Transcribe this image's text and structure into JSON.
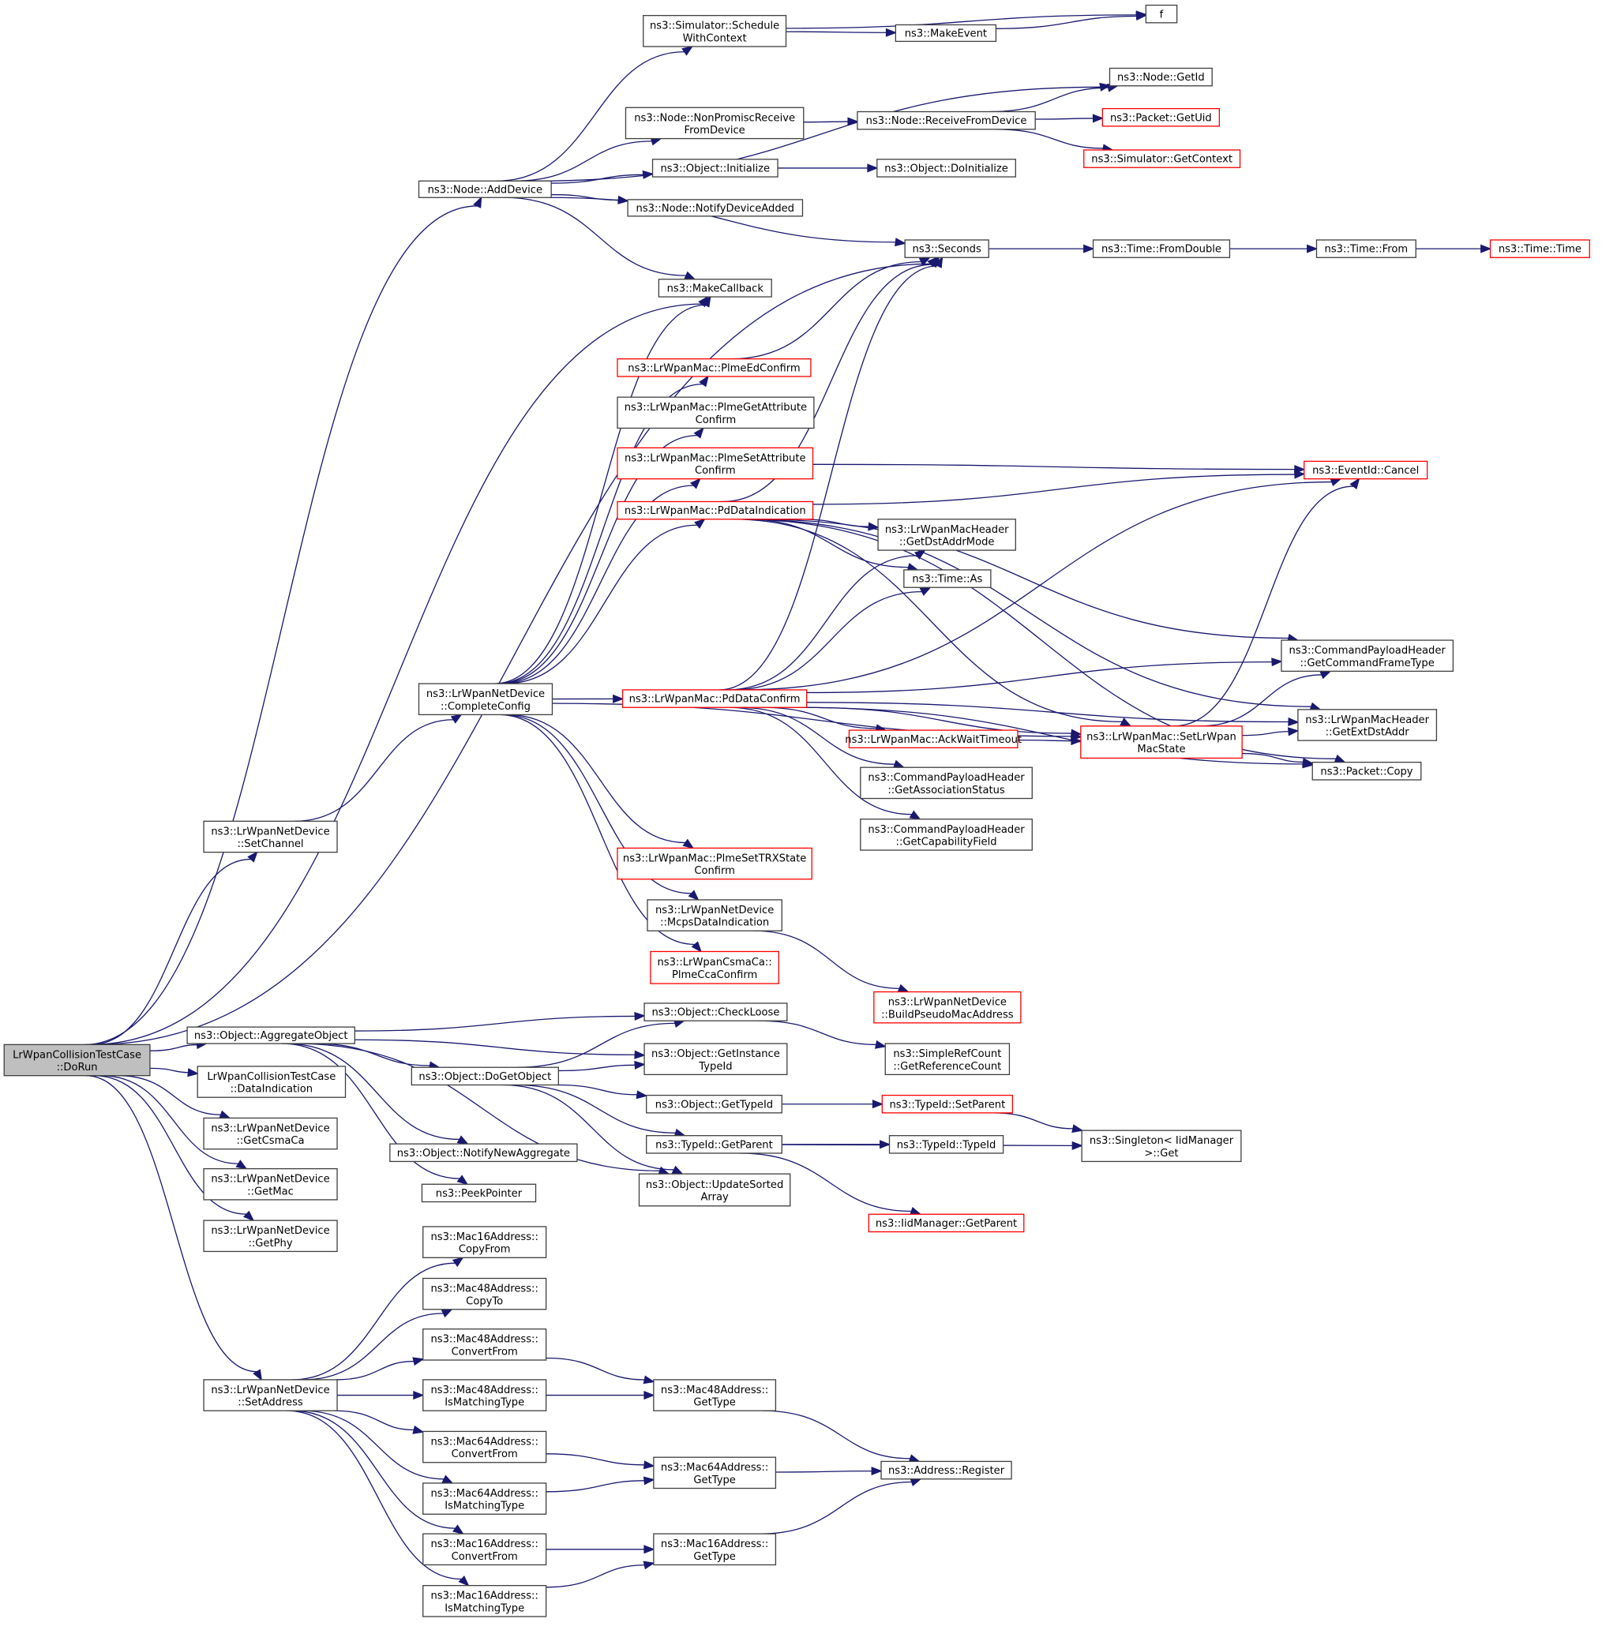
{
  "title": "Call graph of LrWpanCollisionTestCase::DoRun",
  "colors": {
    "edge": "#191970",
    "node_border": "#404040",
    "undocumented_border": "#ff0000",
    "root_fill": "#bfbfbf"
  },
  "nodes": {
    "dorun": {
      "lines": [
        "LrWpanCollisionTestCase",
        "::DoRun"
      ],
      "style": "root"
    },
    "addDevice": {
      "lines": [
        "ns3::Node::AddDevice"
      ],
      "style": "normal"
    },
    "scheduleWithContext": {
      "lines": [
        "ns3::Simulator::Schedule",
        "WithContext"
      ],
      "style": "normal"
    },
    "makeEvent": {
      "lines": [
        "ns3::MakeEvent"
      ],
      "style": "normal"
    },
    "f": {
      "lines": [
        "f"
      ],
      "style": "normal"
    },
    "nodeGetId": {
      "lines": [
        "ns3::Node::GetId"
      ],
      "style": "normal"
    },
    "nonPromisc": {
      "lines": [
        "ns3::Node::NonPromiscReceive",
        "FromDevice"
      ],
      "style": "normal"
    },
    "receiveFromDevice": {
      "lines": [
        "ns3::Node::ReceiveFromDevice"
      ],
      "style": "normal"
    },
    "packetGetUid": {
      "lines": [
        "ns3::Packet::GetUid"
      ],
      "style": "red"
    },
    "simGetContext": {
      "lines": [
        "ns3::Simulator::GetContext"
      ],
      "style": "red"
    },
    "objInitialize": {
      "lines": [
        "ns3::Object::Initialize"
      ],
      "style": "normal"
    },
    "objDoInitialize": {
      "lines": [
        "ns3::Object::DoInitialize"
      ],
      "style": "normal"
    },
    "notifyDeviceAdded": {
      "lines": [
        "ns3::Node::NotifyDeviceAdded"
      ],
      "style": "normal"
    },
    "seconds": {
      "lines": [
        "ns3::Seconds"
      ],
      "style": "normal"
    },
    "timeFromDouble": {
      "lines": [
        "ns3::Time::FromDouble"
      ],
      "style": "normal"
    },
    "timeFrom": {
      "lines": [
        "ns3::Time::From"
      ],
      "style": "normal"
    },
    "timeTime": {
      "lines": [
        "ns3::Time::Time"
      ],
      "style": "red"
    },
    "makeCallback": {
      "lines": [
        "ns3::MakeCallback"
      ],
      "style": "normal"
    },
    "plmeEdConfirm": {
      "lines": [
        "ns3::LrWpanMac::PlmeEdConfirm"
      ],
      "style": "red"
    },
    "plmeGetAttr": {
      "lines": [
        "ns3::LrWpanMac::PlmeGetAttribute",
        "Confirm"
      ],
      "style": "normal"
    },
    "plmeSetAttr": {
      "lines": [
        "ns3::LrWpanMac::PlmeSetAttribute",
        "Confirm"
      ],
      "style": "red"
    },
    "pdDataIndication": {
      "lines": [
        "ns3::LrWpanMac::PdDataIndication"
      ],
      "style": "red"
    },
    "eventCancel": {
      "lines": [
        "ns3::EventId::Cancel"
      ],
      "style": "red"
    },
    "getDstAddrMode": {
      "lines": [
        "ns3::LrWpanMacHeader",
        "::GetDstAddrMode"
      ],
      "style": "normal"
    },
    "timeAs": {
      "lines": [
        "ns3::Time::As"
      ],
      "style": "normal"
    },
    "getCmdFrameType": {
      "lines": [
        "ns3::CommandPayloadHeader",
        "::GetCommandFrameType"
      ],
      "style": "normal"
    },
    "completeConfig": {
      "lines": [
        "ns3::LrWpanNetDevice",
        "::CompleteConfig"
      ],
      "style": "normal"
    },
    "pdDataConfirm": {
      "lines": [
        "ns3::LrWpanMac::PdDataConfirm"
      ],
      "style": "red"
    },
    "getExtDstAddr": {
      "lines": [
        "ns3::LrWpanMacHeader",
        "::GetExtDstAddr"
      ],
      "style": "normal"
    },
    "ackWaitTimeout": {
      "lines": [
        "ns3::LrWpanMac::AckWaitTimeout"
      ],
      "style": "red"
    },
    "setLrWpanMacState": {
      "lines": [
        "ns3::LrWpanMac::SetLrWpan",
        "MacState"
      ],
      "style": "red"
    },
    "packetCopy": {
      "lines": [
        "ns3::Packet::Copy"
      ],
      "style": "normal"
    },
    "getAssocStatus": {
      "lines": [
        "ns3::CommandPayloadHeader",
        "::GetAssociationStatus"
      ],
      "style": "normal"
    },
    "getCapField": {
      "lines": [
        "ns3::CommandPayloadHeader",
        "::GetCapabilityField"
      ],
      "style": "normal"
    },
    "setChannel": {
      "lines": [
        "ns3::LrWpanNetDevice",
        "::SetChannel"
      ],
      "style": "normal"
    },
    "plmeSetTrx": {
      "lines": [
        "ns3::LrWpanMac::PlmeSetTRXState",
        "Confirm"
      ],
      "style": "red"
    },
    "mcpsDataInd": {
      "lines": [
        "ns3::LrWpanNetDevice",
        "::McpsDataIndication"
      ],
      "style": "normal"
    },
    "plmeCcaConfirm": {
      "lines": [
        "ns3::LrWpanCsmaCa::",
        "PlmeCcaConfirm"
      ],
      "style": "red"
    },
    "buildPseudoMac": {
      "lines": [
        "ns3::LrWpanNetDevice",
        "::BuildPseudoMacAddress"
      ],
      "style": "red"
    },
    "aggregateObject": {
      "lines": [
        "ns3::Object::AggregateObject"
      ],
      "style": "normal"
    },
    "checkLoose": {
      "lines": [
        "ns3::Object::CheckLoose"
      ],
      "style": "normal"
    },
    "getRefCount": {
      "lines": [
        "ns3::SimpleRefCount",
        "::GetReferenceCount"
      ],
      "style": "normal"
    },
    "dataIndication": {
      "lines": [
        "LrWpanCollisionTestCase",
        "::DataIndication"
      ],
      "style": "normal"
    },
    "doGetObject": {
      "lines": [
        "ns3::Object::DoGetObject"
      ],
      "style": "normal"
    },
    "getInstanceTypeId": {
      "lines": [
        "ns3::Object::GetInstance",
        "TypeId"
      ],
      "style": "normal"
    },
    "getTypeId": {
      "lines": [
        "ns3::Object::GetTypeId"
      ],
      "style": "normal"
    },
    "typeIdSetParent": {
      "lines": [
        "ns3::TypeId::SetParent"
      ],
      "style": "red"
    },
    "singletonGet": {
      "lines": [
        "ns3::Singleton< IidManager",
        ">::Get"
      ],
      "style": "normal"
    },
    "getCsmaCa": {
      "lines": [
        "ns3::LrWpanNetDevice",
        "::GetCsmaCa"
      ],
      "style": "normal"
    },
    "typeIdGetParent": {
      "lines": [
        "ns3::TypeId::GetParent"
      ],
      "style": "normal"
    },
    "typeIdTypeId": {
      "lines": [
        "ns3::TypeId::TypeId"
      ],
      "style": "normal"
    },
    "notifyNewAggregate": {
      "lines": [
        "ns3::Object::NotifyNewAggregate"
      ],
      "style": "normal"
    },
    "getMac": {
      "lines": [
        "ns3::LrWpanNetDevice",
        "::GetMac"
      ],
      "style": "normal"
    },
    "updateSorted": {
      "lines": [
        "ns3::Object::UpdateSorted",
        "Array"
      ],
      "style": "normal"
    },
    "peekPointer": {
      "lines": [
        "ns3::PeekPointer"
      ],
      "style": "normal"
    },
    "iidGetParent": {
      "lines": [
        "ns3::IidManager::GetParent"
      ],
      "style": "red"
    },
    "getPhy": {
      "lines": [
        "ns3::LrWpanNetDevice",
        "::GetPhy"
      ],
      "style": "normal"
    },
    "mac16CopyFrom": {
      "lines": [
        "ns3::Mac16Address::",
        "CopyFrom"
      ],
      "style": "normal"
    },
    "mac48CopyTo": {
      "lines": [
        "ns3::Mac48Address::",
        "CopyTo"
      ],
      "style": "normal"
    },
    "mac48ConvertFrom": {
      "lines": [
        "ns3::Mac48Address::",
        "ConvertFrom"
      ],
      "style": "normal"
    },
    "setAddress": {
      "lines": [
        "ns3::LrWpanNetDevice",
        "::SetAddress"
      ],
      "style": "normal"
    },
    "mac48IsMatching": {
      "lines": [
        "ns3::Mac48Address::",
        "IsMatchingType"
      ],
      "style": "normal"
    },
    "mac48GetType": {
      "lines": [
        "ns3::Mac48Address::",
        "GetType"
      ],
      "style": "normal"
    },
    "mac64ConvertFrom": {
      "lines": [
        "ns3::Mac64Address::",
        "ConvertFrom"
      ],
      "style": "normal"
    },
    "mac64GetType": {
      "lines": [
        "ns3::Mac64Address::",
        "GetType"
      ],
      "style": "normal"
    },
    "addressRegister": {
      "lines": [
        "ns3::Address::Register"
      ],
      "style": "normal"
    },
    "mac64IsMatching": {
      "lines": [
        "ns3::Mac64Address::",
        "IsMatchingType"
      ],
      "style": "normal"
    },
    "mac16ConvertFrom": {
      "lines": [
        "ns3::Mac16Address::",
        "ConvertFrom"
      ],
      "style": "normal"
    },
    "mac16GetType": {
      "lines": [
        "ns3::Mac16Address::",
        "GetType"
      ],
      "style": "normal"
    },
    "mac16IsMatching": {
      "lines": [
        "ns3::Mac16Address::",
        "IsMatchingType"
      ],
      "style": "normal"
    }
  },
  "edges": [
    [
      "dorun",
      "addDevice"
    ],
    [
      "dorun",
      "makeCallback"
    ],
    [
      "dorun",
      "seconds"
    ],
    [
      "dorun",
      "setChannel"
    ],
    [
      "dorun",
      "aggregateObject"
    ],
    [
      "dorun",
      "dataIndication"
    ],
    [
      "dorun",
      "getCsmaCa"
    ],
    [
      "dorun",
      "getMac"
    ],
    [
      "dorun",
      "getPhy"
    ],
    [
      "dorun",
      "setAddress"
    ],
    [
      "addDevice",
      "scheduleWithContext"
    ],
    [
      "addDevice",
      "nodeGetId"
    ],
    [
      "addDevice",
      "nonPromisc"
    ],
    [
      "addDevice",
      "objInitialize"
    ],
    [
      "addDevice",
      "notifyDeviceAdded"
    ],
    [
      "addDevice",
      "seconds"
    ],
    [
      "addDevice",
      "makeCallback"
    ],
    [
      "scheduleWithContext",
      "f"
    ],
    [
      "scheduleWithContext",
      "makeEvent"
    ],
    [
      "makeEvent",
      "f"
    ],
    [
      "nonPromisc",
      "receiveFromDevice"
    ],
    [
      "receiveFromDevice",
      "nodeGetId"
    ],
    [
      "receiveFromDevice",
      "packetGetUid"
    ],
    [
      "receiveFromDevice",
      "simGetContext"
    ],
    [
      "objInitialize",
      "objDoInitialize"
    ],
    [
      "seconds",
      "timeFromDouble"
    ],
    [
      "timeFromDouble",
      "timeFrom"
    ],
    [
      "timeFrom",
      "timeTime"
    ],
    [
      "setChannel",
      "completeConfig"
    ],
    [
      "completeConfig",
      "makeCallback"
    ],
    [
      "completeConfig",
      "plmeEdConfirm"
    ],
    [
      "completeConfig",
      "plmeGetAttr"
    ],
    [
      "completeConfig",
      "plmeSetAttr"
    ],
    [
      "completeConfig",
      "pdDataIndication"
    ],
    [
      "completeConfig",
      "pdDataConfirm"
    ],
    [
      "completeConfig",
      "setLrWpanMacState"
    ],
    [
      "completeConfig",
      "plmeSetTrx"
    ],
    [
      "completeConfig",
      "mcpsDataInd"
    ],
    [
      "completeConfig",
      "plmeCcaConfirm"
    ],
    [
      "plmeEdConfirm",
      "seconds"
    ],
    [
      "plmeSetAttr",
      "eventCancel"
    ],
    [
      "pdDataIndication",
      "seconds"
    ],
    [
      "pdDataIndication",
      "eventCancel"
    ],
    [
      "pdDataIndication",
      "getCmdFrameType"
    ],
    [
      "pdDataIndication",
      "getExtDstAddr"
    ],
    [
      "pdDataIndication",
      "setLrWpanMacState"
    ],
    [
      "pdDataIndication",
      "packetCopy"
    ],
    [
      "pdDataIndication",
      "getDstAddrMode"
    ],
    [
      "pdDataIndication",
      "timeAs"
    ],
    [
      "pdDataConfirm",
      "seconds"
    ],
    [
      "pdDataConfirm",
      "getDstAddrMode"
    ],
    [
      "pdDataConfirm",
      "timeAs"
    ],
    [
      "pdDataConfirm",
      "eventCancel"
    ],
    [
      "pdDataConfirm",
      "getCmdFrameType"
    ],
    [
      "pdDataConfirm",
      "setLrWpanMacState"
    ],
    [
      "pdDataConfirm",
      "ackWaitTimeout"
    ],
    [
      "pdDataConfirm",
      "getAssocStatus"
    ],
    [
      "pdDataConfirm",
      "getCapField"
    ],
    [
      "pdDataConfirm",
      "getExtDstAddr"
    ],
    [
      "pdDataConfirm",
      "packetCopy"
    ],
    [
      "ackWaitTimeout",
      "setLrWpanMacState"
    ],
    [
      "setLrWpanMacState",
      "eventCancel"
    ],
    [
      "setLrWpanMacState",
      "getCmdFrameType"
    ],
    [
      "setLrWpanMacState",
      "getExtDstAddr"
    ],
    [
      "setLrWpanMacState",
      "packetCopy"
    ],
    [
      "mcpsDataInd",
      "buildPseudoMac"
    ],
    [
      "aggregateObject",
      "checkLoose"
    ],
    [
      "aggregateObject",
      "getInstanceTypeId"
    ],
    [
      "aggregateObject",
      "doGetObject"
    ],
    [
      "aggregateObject",
      "notifyNewAggregate"
    ],
    [
      "aggregateObject",
      "peekPointer"
    ],
    [
      "aggregateObject",
      "updateSorted"
    ],
    [
      "checkLoose",
      "getRefCount"
    ],
    [
      "doGetObject",
      "checkLoose"
    ],
    [
      "doGetObject",
      "getInstanceTypeId"
    ],
    [
      "doGetObject",
      "getTypeId"
    ],
    [
      "doGetObject",
      "typeIdGetParent"
    ],
    [
      "doGetObject",
      "updateSorted"
    ],
    [
      "getTypeId",
      "typeIdSetParent"
    ],
    [
      "typeIdSetParent",
      "singletonGet"
    ],
    [
      "typeIdGetParent",
      "typeIdTypeId"
    ],
    [
      "typeIdGetParent",
      "singletonGet"
    ],
    [
      "typeIdGetParent",
      "iidGetParent"
    ],
    [
      "setAddress",
      "mac16CopyFrom"
    ],
    [
      "setAddress",
      "mac48CopyTo"
    ],
    [
      "setAddress",
      "mac48ConvertFrom"
    ],
    [
      "setAddress",
      "mac48IsMatching"
    ],
    [
      "setAddress",
      "mac64ConvertFrom"
    ],
    [
      "setAddress",
      "mac64IsMatching"
    ],
    [
      "setAddress",
      "mac16ConvertFrom"
    ],
    [
      "setAddress",
      "mac16IsMatching"
    ],
    [
      "mac48ConvertFrom",
      "mac48GetType"
    ],
    [
      "mac48IsMatching",
      "mac48GetType"
    ],
    [
      "mac64ConvertFrom",
      "mac64GetType"
    ],
    [
      "mac64IsMatching",
      "mac64GetType"
    ],
    [
      "mac16ConvertFrom",
      "mac16GetType"
    ],
    [
      "mac16IsMatching",
      "mac16GetType"
    ],
    [
      "mac48GetType",
      "addressRegister"
    ],
    [
      "mac64GetType",
      "addressRegister"
    ],
    [
      "mac16GetType",
      "addressRegister"
    ]
  ]
}
